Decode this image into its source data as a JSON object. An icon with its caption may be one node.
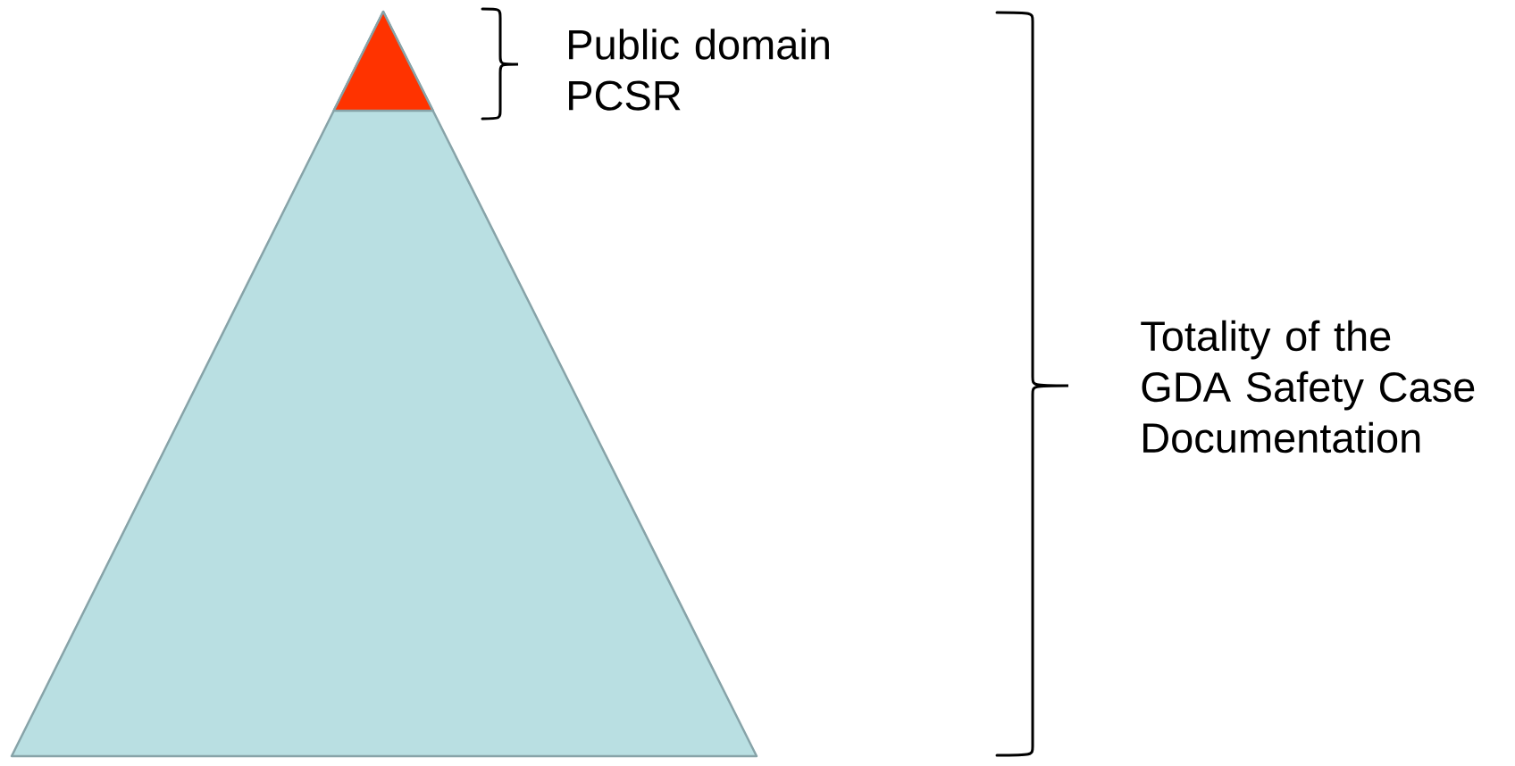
{
  "diagram": {
    "nodes": [
      {
        "text": [],
        "shape": "triangle"
      },
      {
        "text": [],
        "shape": "triangle",
        "in": 0
      }
    ],
    "labels": [
      "Public domain PCSR",
      "Totality of the GDA Safety Case Documentation"
    ]
  }
}
